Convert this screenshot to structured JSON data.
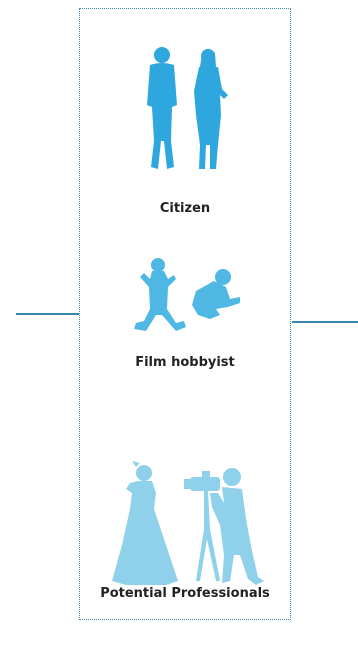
{
  "groups": [
    {
      "label": "Citizen",
      "icon": "standing-people-silhouette-icon",
      "color": "#2ea6de"
    },
    {
      "label": "Film hobbyist",
      "icon": "posing-people-silhouette-icon",
      "color": "#4eb7e3"
    },
    {
      "label": "Potential Professionals",
      "icon": "bride-and-cameraman-silhouette-icon",
      "color": "#8fd0ea"
    }
  ],
  "colors": {
    "connector": "#3a86a8",
    "panel_border": "#3a8fb7"
  }
}
